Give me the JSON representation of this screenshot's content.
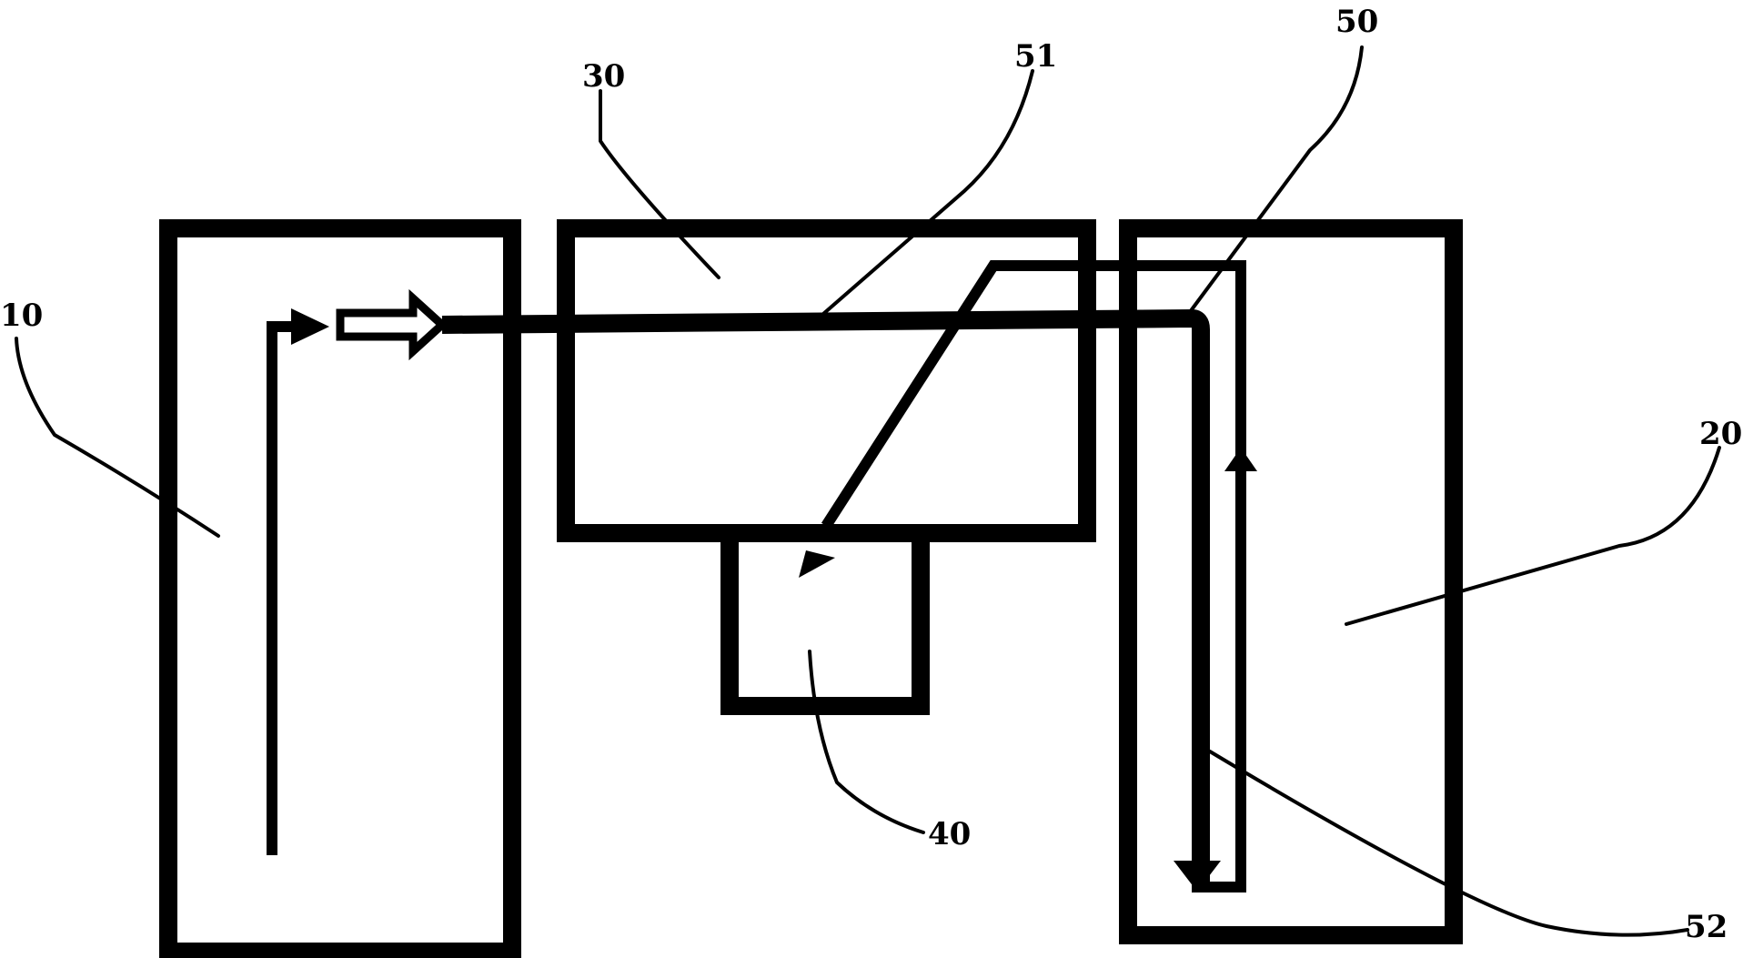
{
  "figure": {
    "labels": {
      "container_left": "10",
      "container_right": "20",
      "container_top_middle": "30",
      "container_bottom_middle": "40",
      "line_system": "50",
      "line_upper": "51",
      "line_lower": "52"
    }
  }
}
